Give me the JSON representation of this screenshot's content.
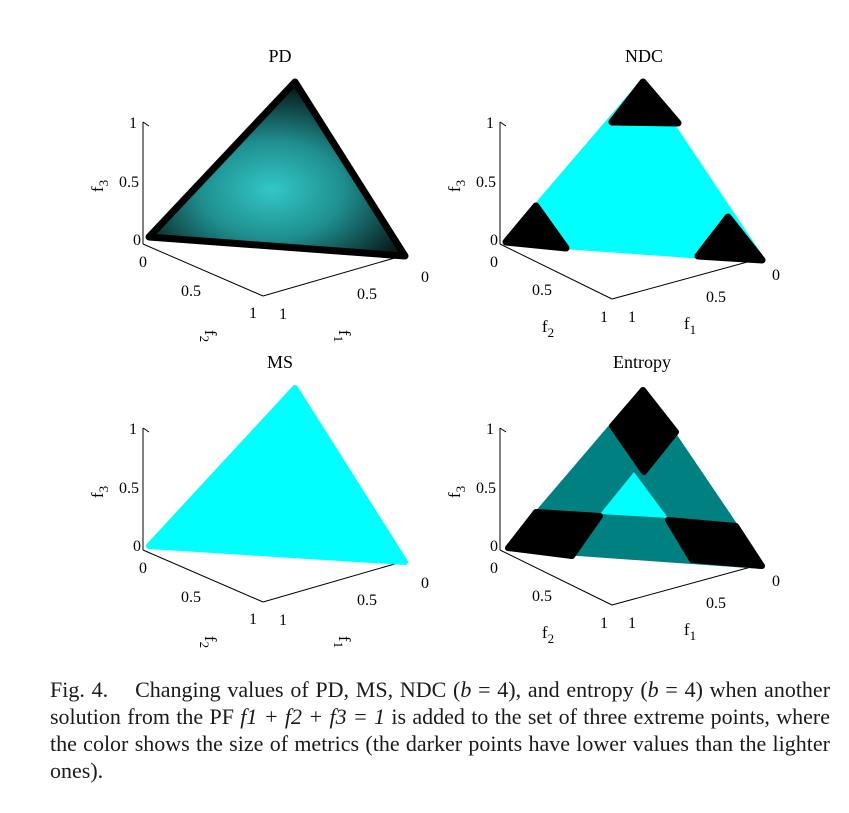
{
  "figure": {
    "panels": [
      {
        "id": "pd",
        "title": "PD",
        "axis_f3": {
          "label": "f",
          "sub": "3",
          "ticks": [
            "1",
            "0.5",
            "0"
          ]
        },
        "axis_f2": {
          "label": "f",
          "sub": "2",
          "ticks": [
            "0",
            "0.5",
            "1"
          ]
        },
        "axis_f1": {
          "label": "f",
          "sub": "1",
          "ticks": [
            "1",
            "0.5",
            "0"
          ]
        },
        "fill": "radial gradient, light at center, dark at edges",
        "colors": {
          "center": "#33c7c7",
          "edge": "#050f0f"
        }
      },
      {
        "id": "ndc",
        "title": "NDC",
        "axis_f3": {
          "label": "f",
          "sub": "3",
          "ticks": [
            "1",
            "0.5",
            "0"
          ]
        },
        "axis_f2": {
          "label": "f",
          "sub": "2",
          "ticks": [
            "0",
            "0.5",
            "1"
          ]
        },
        "axis_f1": {
          "label": "f",
          "sub": "1",
          "ticks": [
            "1",
            "0.5",
            "0"
          ]
        },
        "colors": {
          "light": "#00ffff",
          "dark": "#000000"
        }
      },
      {
        "id": "ms",
        "title": "MS",
        "axis_f3": {
          "label": "f",
          "sub": "3",
          "ticks": [
            "1",
            "0.5",
            "0"
          ]
        },
        "axis_f2": {
          "label": "f",
          "sub": "2",
          "ticks": [
            "0",
            "0.5",
            "1"
          ]
        },
        "axis_f1": {
          "label": "f",
          "sub": "1",
          "ticks": [
            "1",
            "0.5",
            "0"
          ]
        },
        "colors": {
          "light": "#00ffff"
        }
      },
      {
        "id": "entropy",
        "title": "Entropy",
        "axis_f3": {
          "label": "f",
          "sub": "3",
          "ticks": [
            "1",
            "0.5",
            "0"
          ]
        },
        "axis_f2": {
          "label": "f",
          "sub": "2",
          "ticks": [
            "0",
            "0.5",
            "1"
          ]
        },
        "axis_f1": {
          "label": "f",
          "sub": "1",
          "ticks": [
            "1",
            "0.5",
            "0"
          ]
        },
        "colors": {
          "light": "#00ffff",
          "mid": "#008080",
          "dark": "#000000"
        }
      }
    ]
  },
  "caption": {
    "label": "Fig. 4.",
    "part1": "Changing values of PD, MS, NDC (",
    "b1": "b",
    "eq1": " = 4), and entropy (",
    "b2": "b",
    "eq2": " = 4) when another solution from the PF ",
    "formula": "f1 + f2 + f3 = 1",
    "part2": " is added to the set of three extreme points, where the color shows the size of metrics (the darker points have lower values than the lighter ones)."
  }
}
